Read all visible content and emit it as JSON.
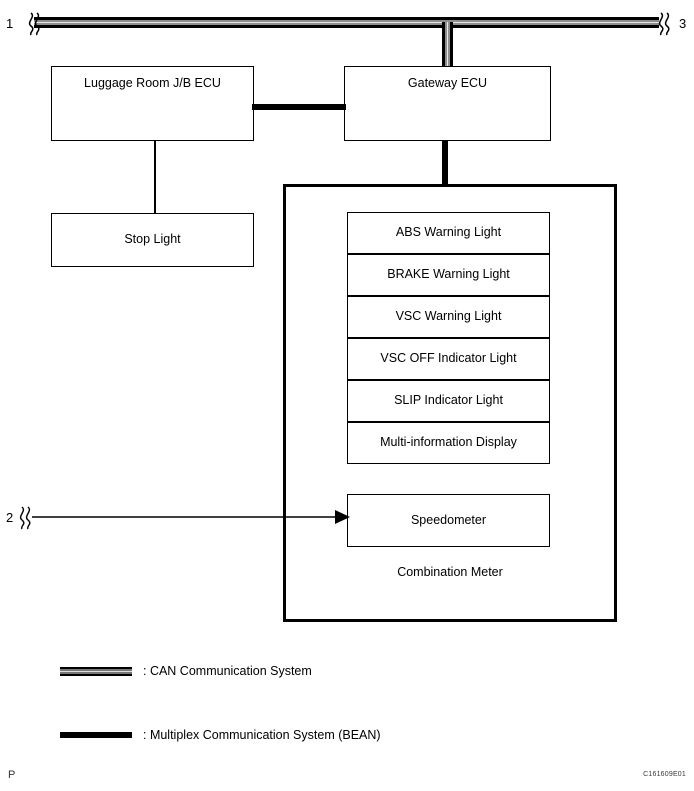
{
  "figure": {
    "code": "C161609E01",
    "page_mark": "P"
  },
  "refs": {
    "bus_left": "1",
    "bus_right": "3",
    "speed_signal": "2"
  },
  "blocks": {
    "luggage_ecu": "Luggage Room J/B ECU",
    "gateway_ecu": "Gateway ECU",
    "stop_light": "Stop Light",
    "combination_meter": "Combination Meter"
  },
  "meter_items": [
    {
      "label": "ABS Warning Light"
    },
    {
      "label": "BRAKE Warning Light"
    },
    {
      "label": "VSC Warning Light"
    },
    {
      "label": "VSC OFF Indicator Light"
    },
    {
      "label": "SLIP Indicator Light"
    },
    {
      "label": "Multi-information Display"
    }
  ],
  "speedometer": {
    "label": "Speedometer"
  },
  "legend": [
    {
      "symbol": "can-bus-band",
      "text": ": CAN Communication System"
    },
    {
      "symbol": "bean-line",
      "text": ": Multiplex Communication System (BEAN)"
    }
  ],
  "colors": {
    "line": "#000000",
    "can_core": "#8e8e8e",
    "background": "#ffffff"
  }
}
